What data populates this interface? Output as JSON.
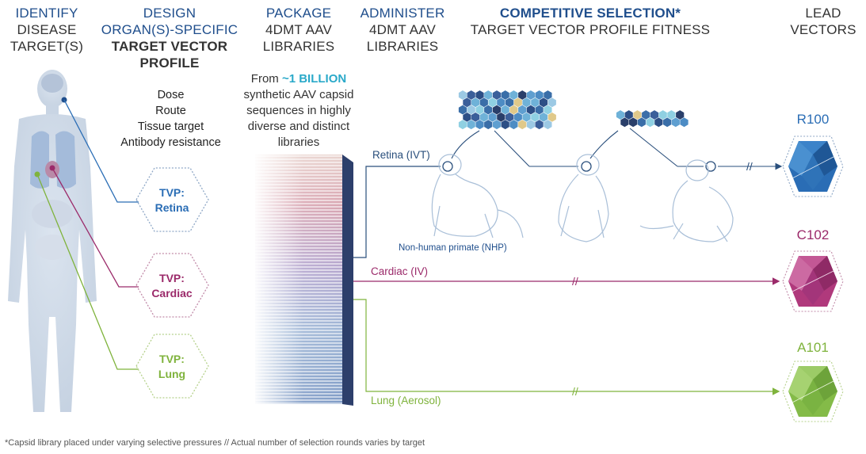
{
  "headers": {
    "identify": {
      "title": "IDENTIFY",
      "line1": "DISEASE",
      "line2": "TARGET(S)"
    },
    "design": {
      "title": "DESIGN",
      "line1": "ORGAN(S)-SPECIFIC",
      "line2": "TARGET VECTOR",
      "line3": "PROFILE"
    },
    "package": {
      "title": "PACKAGE",
      "line1": "4DMT AAV",
      "line2": "LIBRARIES"
    },
    "administer": {
      "title": "ADMINISTER",
      "line1": "4DMT AAV",
      "line2": "LIBRARIES"
    },
    "competitive": {
      "title": "COMPETITIVE SELECTION*",
      "line1": "TARGET VECTOR PROFILE FITNESS"
    },
    "lead": {
      "line1": "LEAD",
      "line2": "VECTORS"
    }
  },
  "tvp_parameters": [
    "Dose",
    "Route",
    "Tissue target",
    "Antibody resistance"
  ],
  "library_text": {
    "prefix": "From ",
    "highlight": "~1 BILLION",
    "rest": [
      "synthetic AAV capsid",
      "sequences in highly",
      "diverse and distinct",
      "libraries"
    ]
  },
  "tvps": [
    {
      "line1": "TVP:",
      "line2": "Retina",
      "color": "#2a6db5"
    },
    {
      "line1": "TVP:",
      "line2": "Cardiac",
      "color": "#9b2a6a"
    },
    {
      "line1": "TVP:",
      "line2": "Lung",
      "color": "#7fb33c"
    }
  ],
  "routes": {
    "retina": "Retina (IVT)",
    "cardiac": "Cardiac (IV)",
    "lung": "Lung (Aerosol)"
  },
  "nhp_label": "Non-human primate (NHP)",
  "lead_vectors": [
    {
      "name": "R100",
      "color": "#2a6db5"
    },
    {
      "name": "C102",
      "color": "#9b2a6a"
    },
    {
      "name": "A101",
      "color": "#7fb33c"
    }
  ],
  "footnote": "*Capsid library placed under varying selective pressures   // Actual number of selection rounds varies by target"
}
